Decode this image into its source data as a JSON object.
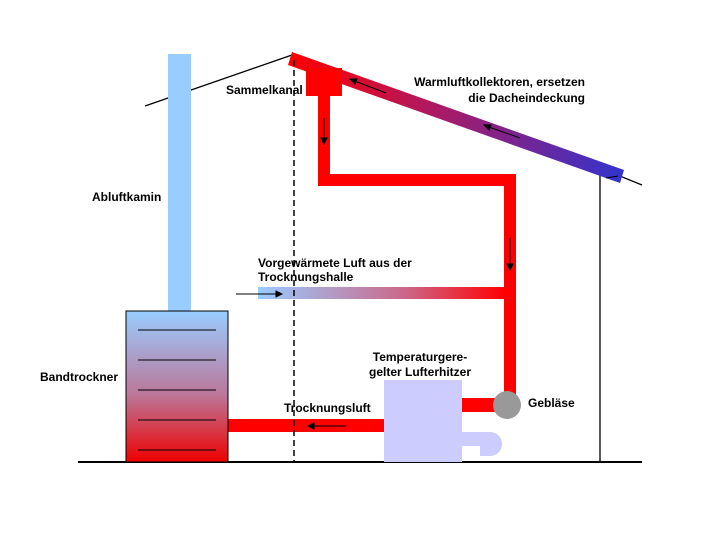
{
  "labels": {
    "sammelkanal": "Sammelkanal",
    "collector_line1": "Warmluftkollektoren,  ersetzen",
    "collector_line2": "die Dacheindeckung",
    "abluftkamin": "Abluftkamin",
    "vorgewaermt_line1": "Vorgewärmete Luft aus der",
    "vorgewaermt_line2": "Trocknungshalle",
    "heater_line1": "Temperaturgere-",
    "heater_line2": "gelter Lufterhitzer",
    "geblaese": "Gebläse",
    "bandtrockner": "Bandtrockner",
    "trocknungsluft": "Trocknungsluft"
  },
  "colors": {
    "hot_air": "#ff0000",
    "cold_air": "#99ccff",
    "collector_end": "#3333cc",
    "heater": "#ccccff",
    "fan": "#999999"
  }
}
